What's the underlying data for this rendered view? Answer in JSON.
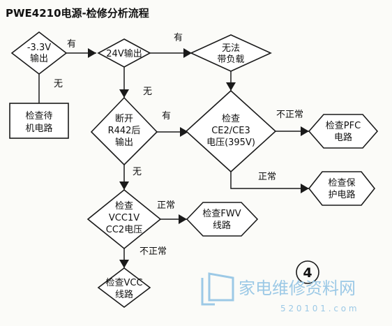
{
  "title": "PWE4210电源-检修分析流程",
  "nodes": {
    "n1": [
      "-3.3V",
      "输出"
    ],
    "n2": [
      "24V输出"
    ],
    "n3": [
      "无法",
      "带负载"
    ],
    "n4": [
      "检查待",
      "机电路"
    ],
    "n5": [
      "断开",
      "R442后",
      "输出"
    ],
    "n6": [
      "检查",
      "CE2/CE3",
      "电压(395V)"
    ],
    "n7": [
      "检查PFC",
      "电路"
    ],
    "n8": [
      "检查保",
      "护电路"
    ],
    "n9": [
      "检查",
      "VCC1V",
      "CC2电压"
    ],
    "n10": [
      "检查FWV",
      "线路"
    ],
    "n11": [
      "检查VCC",
      "线路"
    ]
  },
  "edge_labels": {
    "n1_n2": "有",
    "n1_n4": "无",
    "n2_n3": "有",
    "n2_n5": "无",
    "n5_n6": "有",
    "n5_n9": "无",
    "n6_n7": "不正常",
    "n6_n8": "正常",
    "n9_n10": "正常",
    "n9_n11": "不正常"
  },
  "page_marker": "4",
  "watermark": {
    "text": "家电维修资料网",
    "url": "5 2 0 1 0 1 . c o m",
    "color": "#9cc9e6"
  }
}
